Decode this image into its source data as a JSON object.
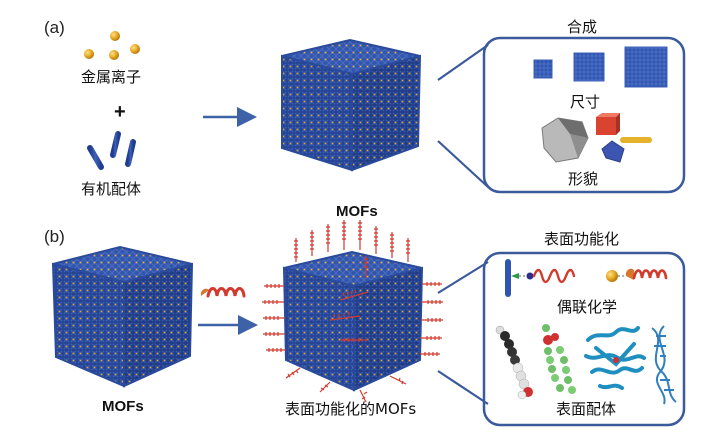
{
  "colors": {
    "framework_blue": "#2e4fa0",
    "node_gold": "#e6a821",
    "arrow_blue": "#3d62a8",
    "callout_blue": "#3a5a9c",
    "ligand_red": "#d23a2e",
    "gray_shape": "#9a9a9a",
    "cube_red": "#d9432f",
    "rod_yellow": "#e3b22a",
    "protein_teal": "#1f8fc0",
    "dna_blue": "#2f7fc1"
  },
  "panel_a": {
    "label": "(a)",
    "metal_ions_label": "金属离子",
    "plus_sign": "+",
    "organic_ligands_label": "有机配体",
    "product_label": "MOFs",
    "callout": {
      "title": "合成",
      "size_label": "尺寸",
      "morphology_label": "形貌"
    }
  },
  "panel_b": {
    "label": "(b)",
    "mof_label": "MOFs",
    "product_label": "表面功能化的MOFs",
    "callout": {
      "title": "表面功能化",
      "coupling_label": "偶联化学",
      "surface_ligands_label": "表面配体"
    }
  }
}
